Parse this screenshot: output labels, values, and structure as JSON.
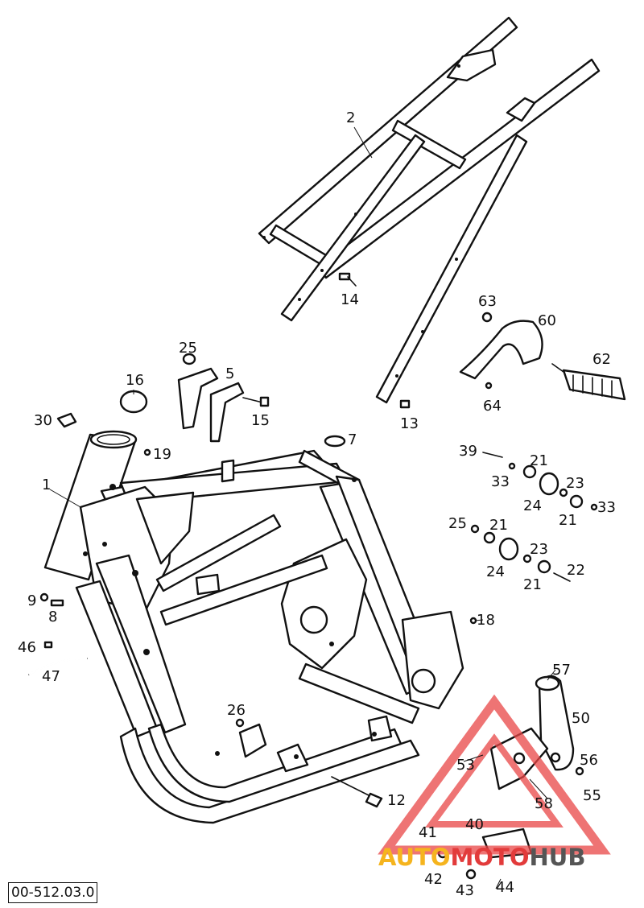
{
  "diagram": {
    "reference": "00-512.03.0",
    "labels": {
      "1": "1",
      "2": "2",
      "5": "5",
      "7": "7",
      "8": "8",
      "9": "9",
      "12": "12",
      "13": "13",
      "14": "14",
      "15": "15",
      "16": "16",
      "18": "18",
      "19": "19",
      "21a": "21",
      "21b": "21",
      "21c": "21",
      "21d": "21",
      "22": "22",
      "23a": "23",
      "23b": "23",
      "24a": "24",
      "24b": "24",
      "25a": "25",
      "25b": "25",
      "26": "26",
      "30": "30",
      "33a": "33",
      "33b": "33",
      "39": "39",
      "40": "40",
      "41": "41",
      "42": "42",
      "43": "43",
      "44": "44",
      "46": "46",
      "47": "47",
      "50": "50",
      "53": "53",
      "55": "55",
      "56": "56",
      "57": "57",
      "58": "58",
      "60": "60",
      "62": "62",
      "63": "63",
      "64": "64"
    }
  },
  "watermark": {
    "text_part1": "AUTO",
    "text_part2": "MOTO",
    "text_part3": "HUB",
    "colors": {
      "auto": "#f5b41e",
      "moto": "#e23b3b",
      "hub": "#555555",
      "triangle": "#e84545"
    }
  }
}
